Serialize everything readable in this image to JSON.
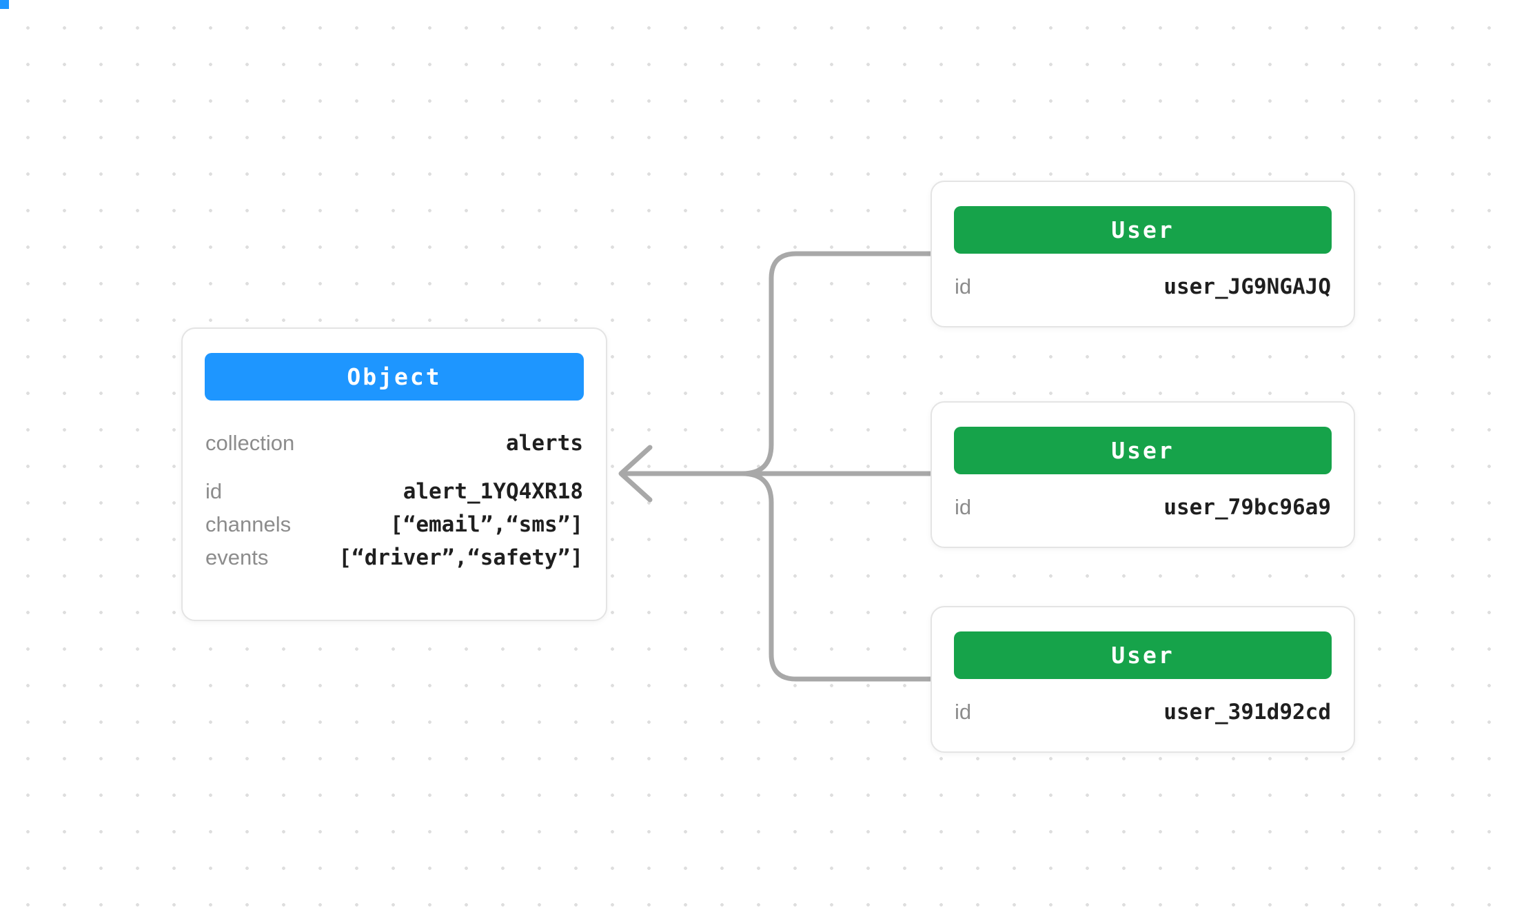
{
  "object_node": {
    "title": "Object",
    "header_color": "#1E96FF",
    "fields": [
      {
        "label": "collection",
        "value": "alerts"
      },
      {
        "label": "id",
        "value": "alert_1YQ4XR18"
      },
      {
        "label": "channels",
        "value": "[“email”,“sms”]"
      },
      {
        "label": "events",
        "value": "[“driver”,“safety”]"
      }
    ]
  },
  "user_nodes": [
    {
      "title": "User",
      "header_color": "#16A34A",
      "fields": [
        {
          "label": "id",
          "value": "user_JG9NGAJQ"
        }
      ]
    },
    {
      "title": "User",
      "header_color": "#16A34A",
      "fields": [
        {
          "label": "id",
          "value": "user_79bc96a9"
        }
      ]
    },
    {
      "title": "User",
      "header_color": "#16A34A",
      "fields": [
        {
          "label": "id",
          "value": "user_391d92cd"
        }
      ]
    }
  ],
  "colors": {
    "connector": "#A8A8A8",
    "object_header": "#1E96FF",
    "user_header": "#16A34A",
    "background_dots": "#DEDEDE"
  }
}
